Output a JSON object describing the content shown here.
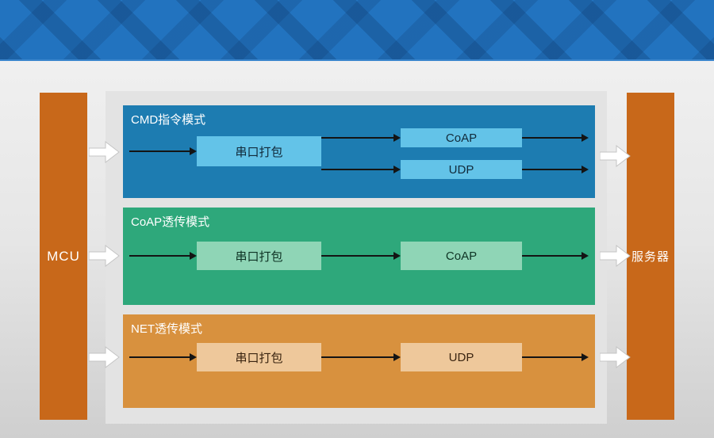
{
  "mcu": {
    "label": "MCU"
  },
  "server": {
    "label": "服务器"
  },
  "modes": [
    {
      "title": "CMD指令模式",
      "packing_label": "串口打包",
      "protocols": [
        {
          "label": "CoAP"
        },
        {
          "label": "UDP"
        }
      ]
    },
    {
      "title": "CoAP透传模式",
      "packing_label": "串口打包",
      "protocols": [
        {
          "label": "CoAP"
        }
      ]
    },
    {
      "title": "NET透传模式",
      "packing_label": "串口打包",
      "protocols": [
        {
          "label": "UDP"
        }
      ]
    }
  ],
  "colors": {
    "banner_blue": "#2273bf",
    "bar_orange": "#c8681a",
    "cmd_box_blue": "#1d7cb1",
    "cmd_inner_blue": "#63c3e8",
    "coap_box_green": "#2ea87b",
    "coap_inner_green": "#8fd5b6",
    "net_box_orange": "#d8913e",
    "net_inner_orange": "#eec89b",
    "panel_gray": "#e3e3e3",
    "arrow_black": "#141414"
  }
}
